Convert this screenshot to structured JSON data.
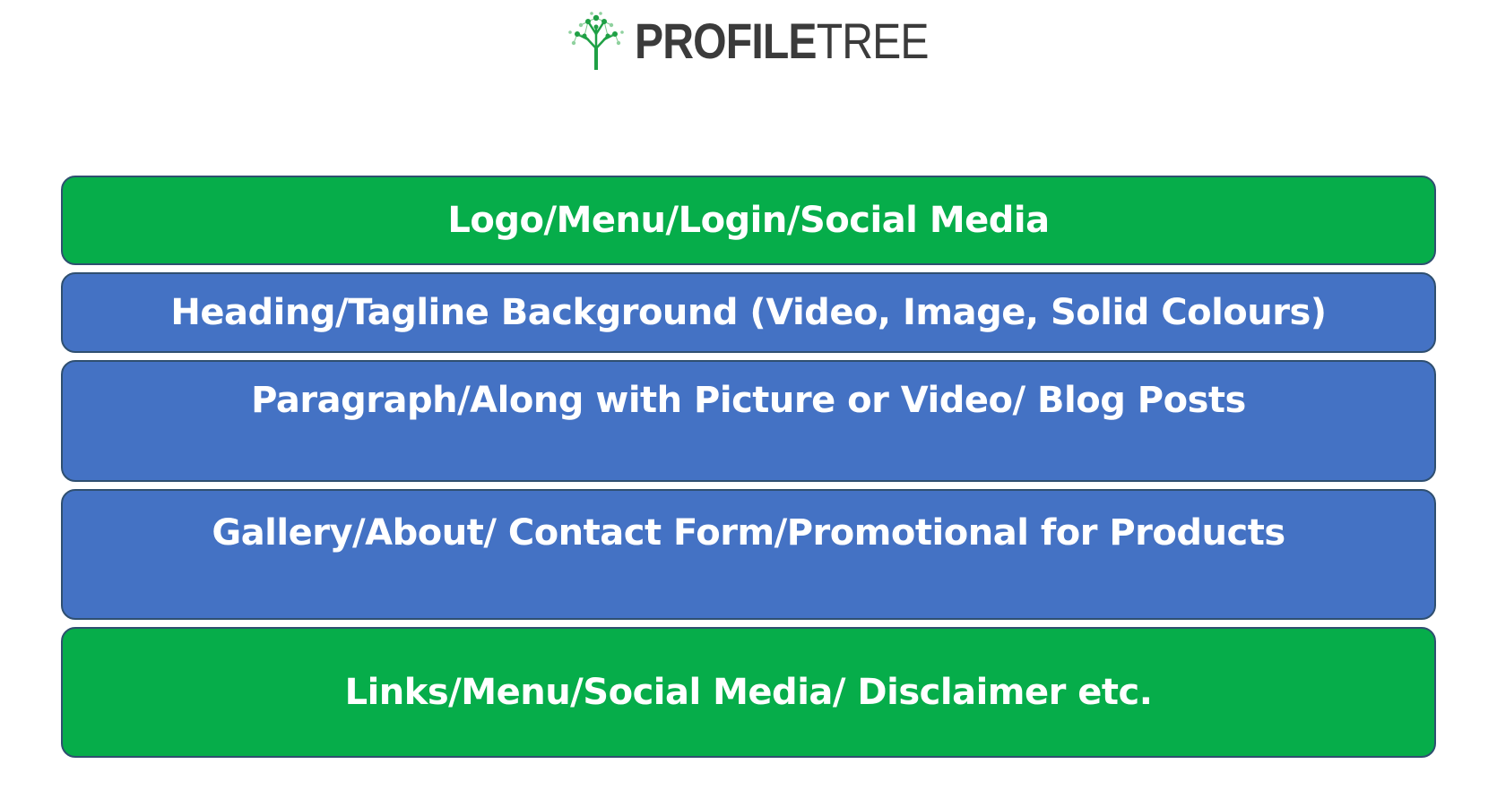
{
  "logo": {
    "bold_part": "PROFILE",
    "light_part": "TREE",
    "icon": "tree-icon",
    "colors": {
      "text": "#3b3b3b",
      "tree": "#1fa045"
    }
  },
  "layers": [
    {
      "label": "Logo/Menu/Login/Social Media",
      "color": "#06ad4a"
    },
    {
      "label": "Heading/Tagline Background (Video, Image, Solid Colours)",
      "color": "#4472c4"
    },
    {
      "label": "Paragraph/Along with Picture or Video/ Blog Posts",
      "color": "#4472c4"
    },
    {
      "label": "Gallery/About/ Contact Form/Promotional for Products",
      "color": "#4472c4"
    },
    {
      "label": "Links/Menu/Social Media/ Disclaimer etc.",
      "color": "#06ad4a"
    }
  ]
}
